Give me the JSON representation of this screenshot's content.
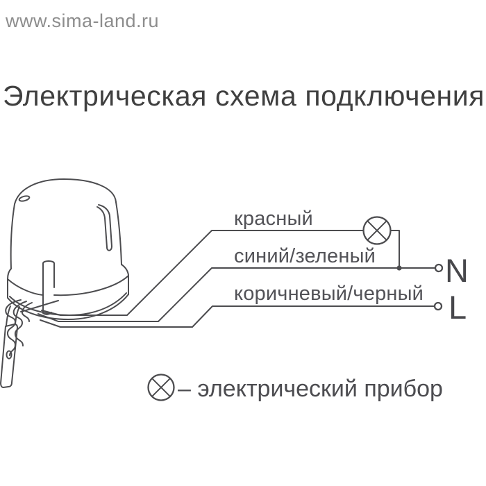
{
  "colors": {
    "background": "#ffffff",
    "line": "#4c4c4f",
    "title_text": "#3f3f3f",
    "label_text": "#525257",
    "watermark_text": "#8d8d8d"
  },
  "watermark": {
    "text": "www.sima-land.ru"
  },
  "title": {
    "text": "Электрическая схема подключения"
  },
  "diagram": {
    "device": "photocell-light-sensor",
    "wires": [
      {
        "label": "красный",
        "connects_to": "электрический прибор"
      },
      {
        "label": "синий/зеленый",
        "connects_to": "N"
      },
      {
        "label": "коричневый/черный",
        "connects_to": "L"
      }
    ],
    "terminals": [
      {
        "label": "N"
      },
      {
        "label": "L"
      }
    ],
    "lamp_symbol": "circle-with-cross"
  },
  "legend": {
    "symbol": "circle-with-cross",
    "text": "– электрический прибор"
  }
}
